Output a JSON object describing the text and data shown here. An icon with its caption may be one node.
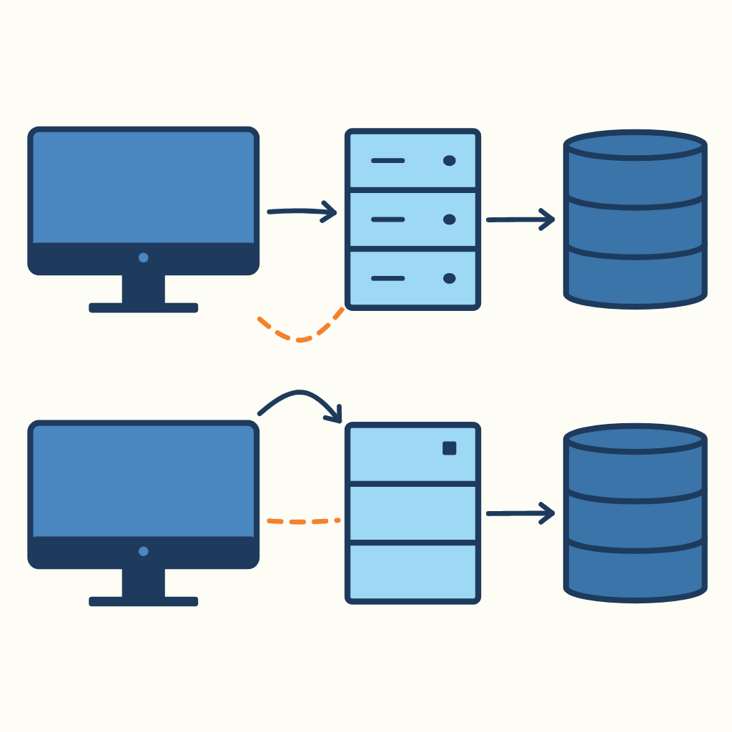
{
  "diagram": {
    "nodes": [
      {
        "text": [],
        "shape": "monitor"
      },
      {
        "text": [],
        "shape": "server"
      },
      {
        "text": [],
        "shape": "cylinder"
      },
      {
        "text": [],
        "shape": "monitor"
      },
      {
        "text": [],
        "shape": "server"
      },
      {
        "text": [],
        "shape": "cylinder"
      }
    ],
    "edges": [
      {
        "from": 0,
        "to": 1,
        "arrow": "to"
      },
      {
        "from": 1,
        "to": 2,
        "arrow": "to"
      },
      {
        "from": 0,
        "to": 1,
        "arrow": "none",
        "style": "dashed",
        "color": "#f5822a"
      },
      {
        "from": 3,
        "to": 4,
        "arrow": "to"
      },
      {
        "from": 4,
        "to": 5,
        "arrow": "to"
      },
      {
        "from": 3,
        "to": 4,
        "arrow": "none",
        "style": "dashed",
        "color": "#f5822a"
      }
    ]
  }
}
